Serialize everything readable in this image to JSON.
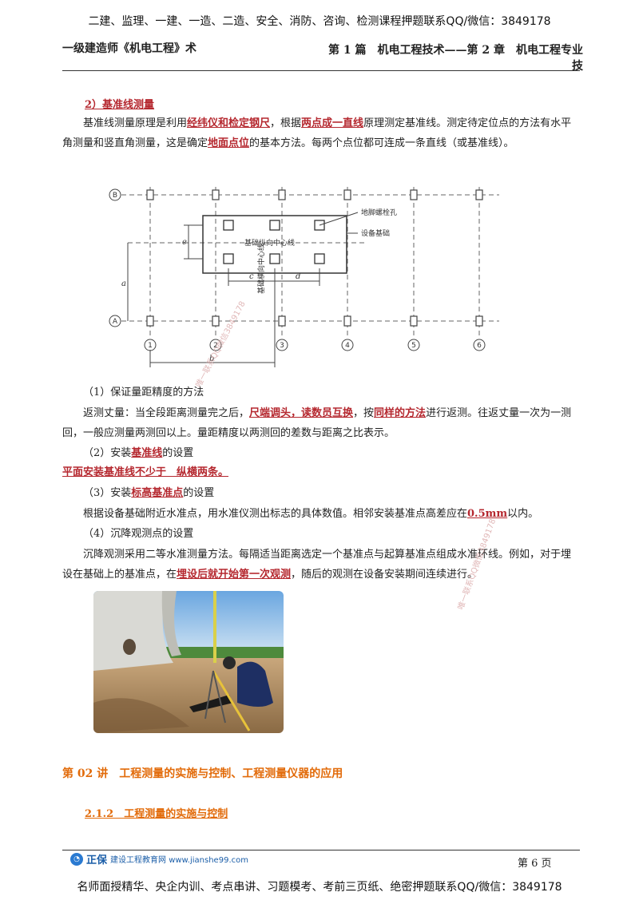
{
  "banner_top": "二建、监理、一建、一造、二造、安全、消防、咨询、检测课程押题联系QQ/微信：3849178",
  "header": {
    "left": "一级建造师《机电工程》术",
    "right": "第 1 篇　机电工程技术——第 2 章　机电工程专业技"
  },
  "section_title": "2）基准线测量",
  "para1": {
    "t1": "基准线测量原理是利用",
    "k1": "经纬仪和检定钢尺",
    "t2": "，根据",
    "k2": "两点成一直线",
    "t3": "原理测定基准线。测定待定位点的方法有水平角测量和竖直角测量，这是确定",
    "k3": "地面点位",
    "t4": "的基本方法。每两个点位都可连成一条直线（或基准线）。"
  },
  "diagram": {
    "row_labels": [
      "B",
      "A"
    ],
    "col_labels": [
      "1",
      "2",
      "3",
      "4",
      "5",
      "6"
    ],
    "dim_labels": [
      "a",
      "b",
      "c",
      "d",
      "e"
    ],
    "callout_bolt": "地脚螺栓孔",
    "callout_base": "设备基础",
    "center_line_h": "基础纵向中心线",
    "center_line_v": "基础横向中心线"
  },
  "item1_title": "（1）保证量距精度的方法",
  "item1_body": {
    "t1": "返测丈量：当全段距离测量完之后，",
    "k1": "尺端调头，读数员互换",
    "t2": "，按",
    "k2": "同样的方法",
    "t3": "进行返测。往返丈量一次为一测回，一般应测量两测回以上。量距精度以两测回的差数与距离之比表示。"
  },
  "item2_title_a": "（2）安装",
  "item2_title_k": "基准线",
  "item2_title_b": "的设置",
  "item2_body": "平面安装基准线不少于　纵横两条。",
  "item3_title_a": "（3）安装",
  "item3_title_k": "标高基准点",
  "item3_title_b": "的设置",
  "item3_body_a": "根据设备基础附近水准点，用水准仪测出标志的具体数值。相邻安装基准点高差应在",
  "item3_body_k": "0.5mm",
  "item3_body_b": "以内。",
  "item4_title": "（4）沉降观测点的设置",
  "item4_body": {
    "t1": "沉降观测采用二等水准测量方法。每隔适当距离选定一个基准点与起算基准点组成水准环线。例如，对于埋设在基础上的基准点，在",
    "k1": "埋设后就开始第一次观测",
    "t2": "，随后的观测在设备安装期间连续进行。"
  },
  "lecture_title": "第 02 讲　工程测量的实施与控制、工程测量仪器的应用",
  "subsection_title": "2.1.2　工程测量的实施与控制",
  "footer": {
    "logo_brand": "正保",
    "logo_text": "建设工程教育网 www.jianshe99.com",
    "page": "第 6 页"
  },
  "banner_bottom": "名师面授精华、央企内训、考点串讲、习题模考、考前三页纸、绝密押题联系QQ/微信：3849178",
  "watermark": "唯一联系QQ微信3849178",
  "colors": {
    "keyword": "#b5282f",
    "orange": "#e26b0a"
  }
}
